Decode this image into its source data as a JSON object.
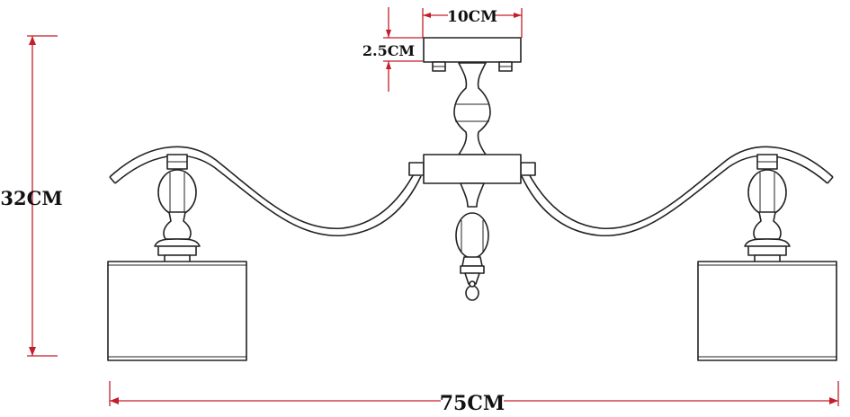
{
  "dimensions": {
    "base_width": "10CM",
    "base_height": "2.5CM",
    "total_height": "32CM",
    "total_width": "75CM"
  },
  "colors": {
    "dimension_line": "#c41e2a",
    "drawing_ink": "#222222",
    "label_text": "#111111"
  }
}
